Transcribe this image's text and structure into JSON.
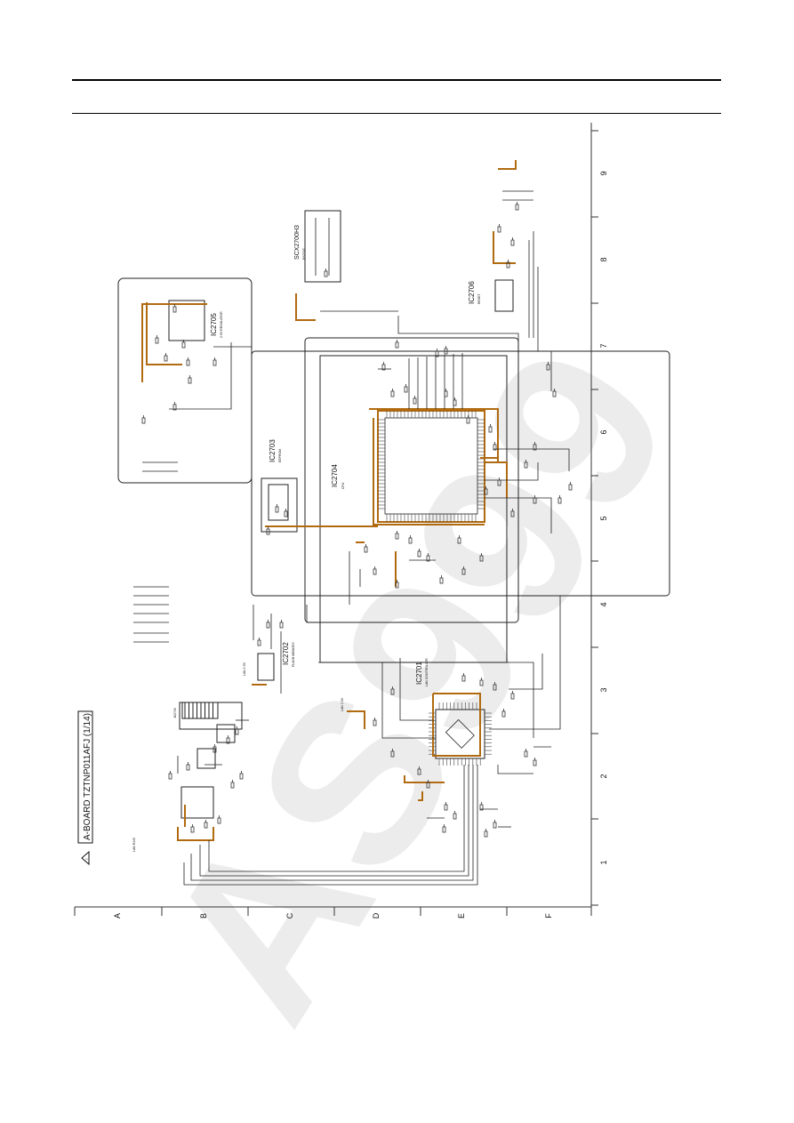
{
  "board_title": "A-BOARD TZTNP011AFJ (1/14)",
  "warning_icon": "warning-triangle-icon",
  "watermark": "AS999",
  "ic_labels": [
    {
      "ref": "IC2705",
      "sub": "2.5V REGULATOR"
    },
    {
      "ref": "IC2704",
      "sub": "CPU"
    },
    {
      "ref": "IC2703",
      "sub": "EEPROM"
    },
    {
      "ref": "IC2702",
      "sub": "FLASH MEMORY"
    },
    {
      "ref": "IC2701",
      "sub": "LAN CONTROLLER"
    },
    {
      "ref": "IC2706",
      "sub": "RESET"
    },
    {
      "ref": "SCX2700H3",
      "sub": "RS232C"
    }
  ],
  "grid": {
    "columns": [
      "1",
      "2",
      "3",
      "4",
      "5",
      "6",
      "7",
      "8",
      "9"
    ],
    "rows": [
      "A",
      "B",
      "C",
      "D",
      "E",
      "F"
    ]
  },
  "connector_labels": [
    "LAN RJ45",
    "JK2700",
    "LAN 3.3V",
    "LAN 2.5V"
  ],
  "colors": {
    "trace_highlight": "#b06a10",
    "line": "#222222"
  }
}
